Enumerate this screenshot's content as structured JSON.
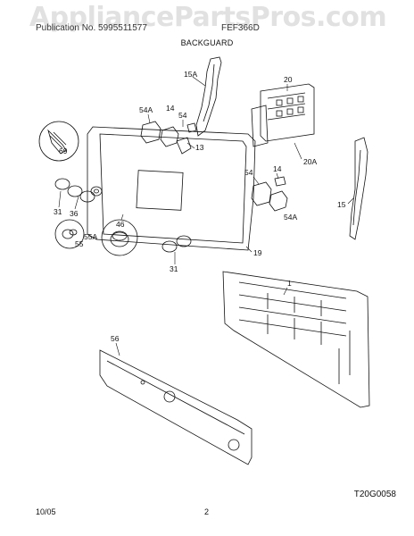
{
  "watermark": "AppliancePartsPros.com",
  "header": {
    "left_text": "Publication No. 5995511577",
    "right_text": "FEF366D",
    "section_title": "BACKGUARD"
  },
  "callouts": [
    "15A",
    "20",
    "54A",
    "14",
    "54",
    "13",
    "20A",
    "69",
    "54",
    "14",
    "15",
    "31",
    "36",
    "46",
    "55A",
    "55",
    "54A",
    "19",
    "31",
    "1",
    "56"
  ],
  "figure_code": "T20G0058",
  "footer": {
    "date": "10/05",
    "page": "2"
  }
}
